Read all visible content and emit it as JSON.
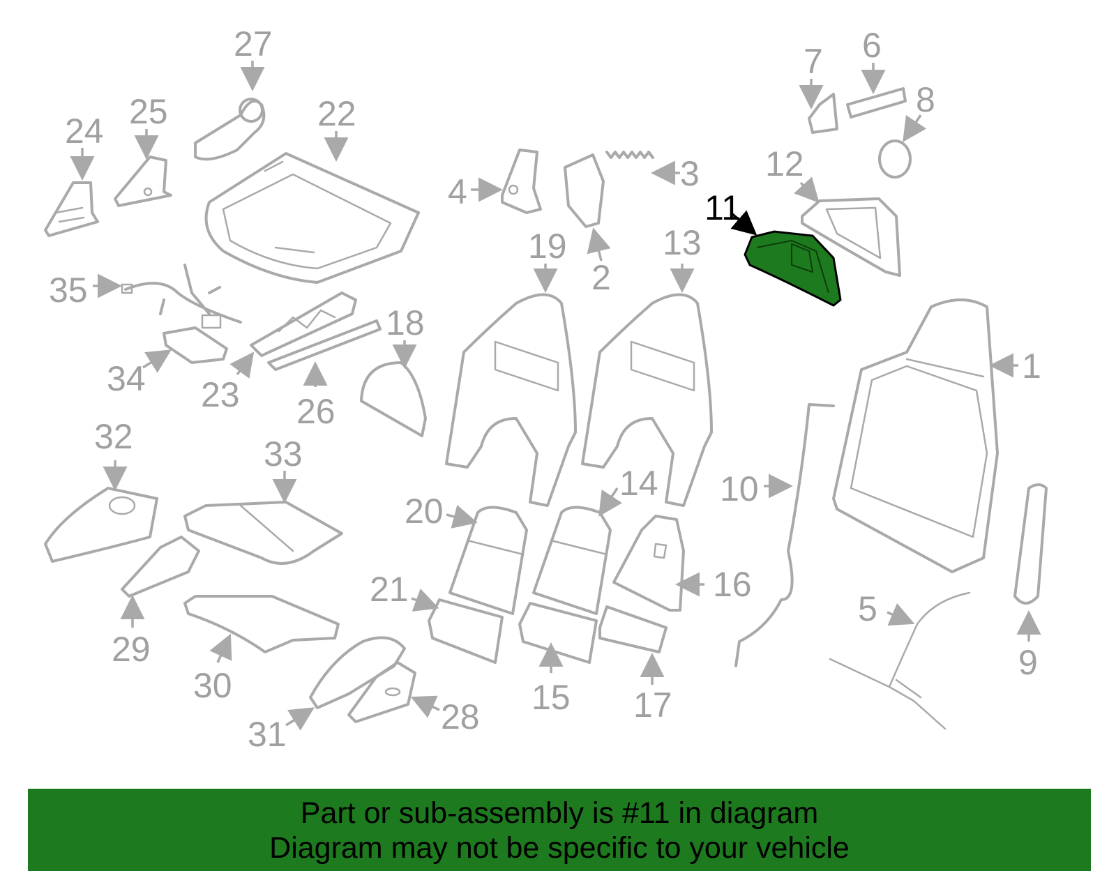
{
  "diagram": {
    "callouts": [
      "1",
      "2",
      "3",
      "4",
      "5",
      "6",
      "7",
      "8",
      "9",
      "10",
      "11",
      "12",
      "13",
      "14",
      "15",
      "16",
      "17",
      "18",
      "19",
      "20",
      "21",
      "22",
      "23",
      "24",
      "25",
      "26",
      "27",
      "28",
      "29",
      "30",
      "31",
      "32",
      "33",
      "34",
      "35"
    ],
    "highlighted_callout": "11",
    "colors": {
      "part_line": "#a9a9a9",
      "callout_text": "#a0a0a0",
      "highlight_fill": "#1e7a1e",
      "highlight_text": "#000000"
    }
  },
  "banner": {
    "line1": "Part or sub-assembly is #11 in diagram",
    "line2": "Diagram may not be specific to your vehicle",
    "background": "#1e7a1e"
  }
}
